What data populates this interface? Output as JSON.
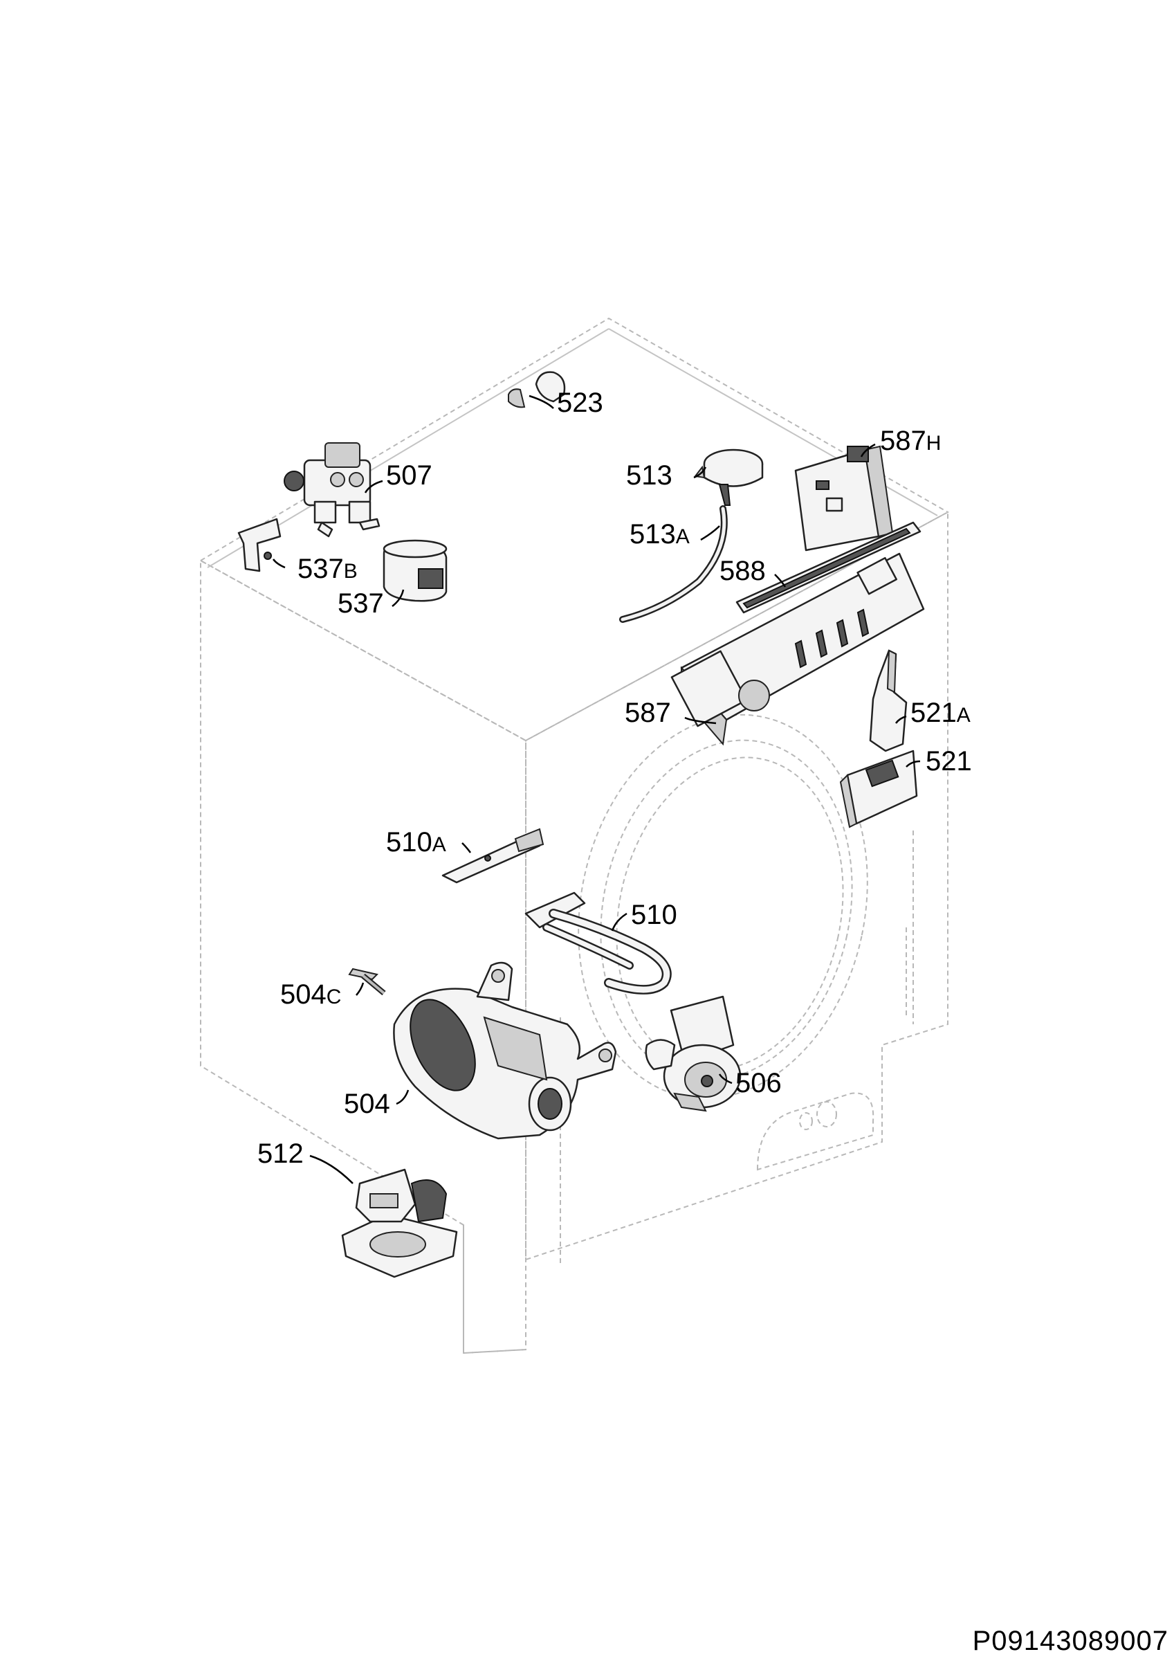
{
  "parts": [
    {
      "id": "523",
      "num": "523",
      "suffix": ""
    },
    {
      "id": "507",
      "num": "507",
      "suffix": ""
    },
    {
      "id": "513",
      "num": "513",
      "suffix": ""
    },
    {
      "id": "587H",
      "num": "587",
      "suffix": "H"
    },
    {
      "id": "513A",
      "num": "513",
      "suffix": "A"
    },
    {
      "id": "537B",
      "num": "537",
      "suffix": "B"
    },
    {
      "id": "588",
      "num": "588",
      "suffix": ""
    },
    {
      "id": "537",
      "num": "537",
      "suffix": ""
    },
    {
      "id": "587",
      "num": "587",
      "suffix": ""
    },
    {
      "id": "521A",
      "num": "521",
      "suffix": "A"
    },
    {
      "id": "521",
      "num": "521",
      "suffix": ""
    },
    {
      "id": "510A",
      "num": "510",
      "suffix": "A"
    },
    {
      "id": "510",
      "num": "510",
      "suffix": ""
    },
    {
      "id": "504C",
      "num": "504",
      "suffix": "C"
    },
    {
      "id": "506",
      "num": "506",
      "suffix": ""
    },
    {
      "id": "504",
      "num": "504",
      "suffix": ""
    },
    {
      "id": "512",
      "num": "512",
      "suffix": ""
    }
  ],
  "diagram_code": "P09143089007"
}
